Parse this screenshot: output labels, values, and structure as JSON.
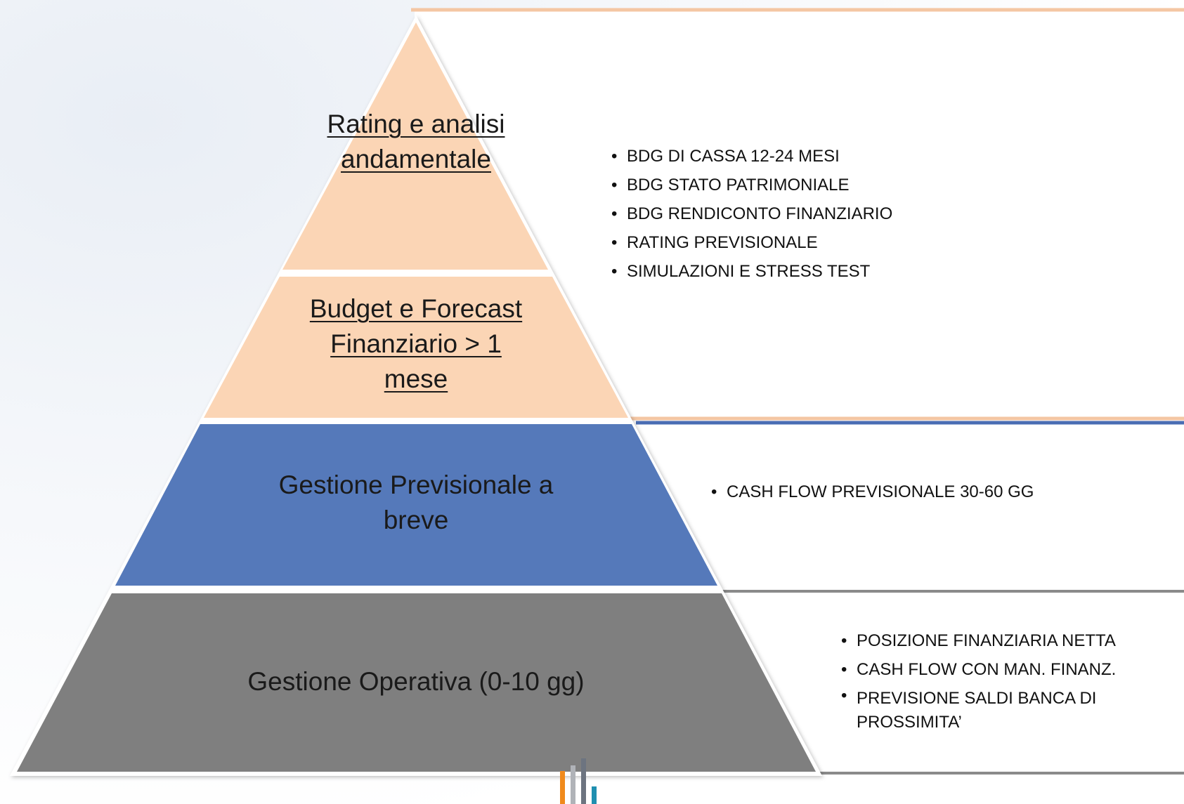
{
  "pyramid": {
    "tiers": [
      {
        "label_lines": [
          "Rating e analisi",
          "andamentale"
        ]
      },
      {
        "label_lines": [
          "Budget e Forecast",
          "Finanziario > 1",
          "mese"
        ]
      },
      {
        "label_lines": [
          "Gestione Previsionale a",
          "breve"
        ]
      },
      {
        "label_lines": [
          "Gestione Operativa (0-10 gg)"
        ]
      }
    ]
  },
  "panels": {
    "top": {
      "bullets": [
        "BDG DI CASSA 12-24 MESI",
        "BDG STATO PATRIMONIALE",
        "BDG RENDICONTO FINANZIARIO",
        "RATING PREVISIONALE",
        "SIMULAZIONI E STRESS TEST"
      ]
    },
    "middle": {
      "bullets": [
        "CASH FLOW PREVISIONALE 30-60 GG"
      ]
    },
    "bottom": {
      "bullets": [
        "POSIZIONE FINANZIARIA NETTA",
        "CASH FLOW CON MAN. FINANZ.",
        "PREVISIONE SALDI BANCA DI PROSSIMITA’"
      ]
    }
  },
  "colors": {
    "peach": "#fbd5b5",
    "blue": "#5479ba",
    "gray": "#7f7f7f",
    "divider_peach": "#f4c6a3",
    "divider_blue": "#4a6db3",
    "divider_gray": "#8a8a8a"
  },
  "logo": {
    "icon": "bar-chart-logo-icon"
  }
}
